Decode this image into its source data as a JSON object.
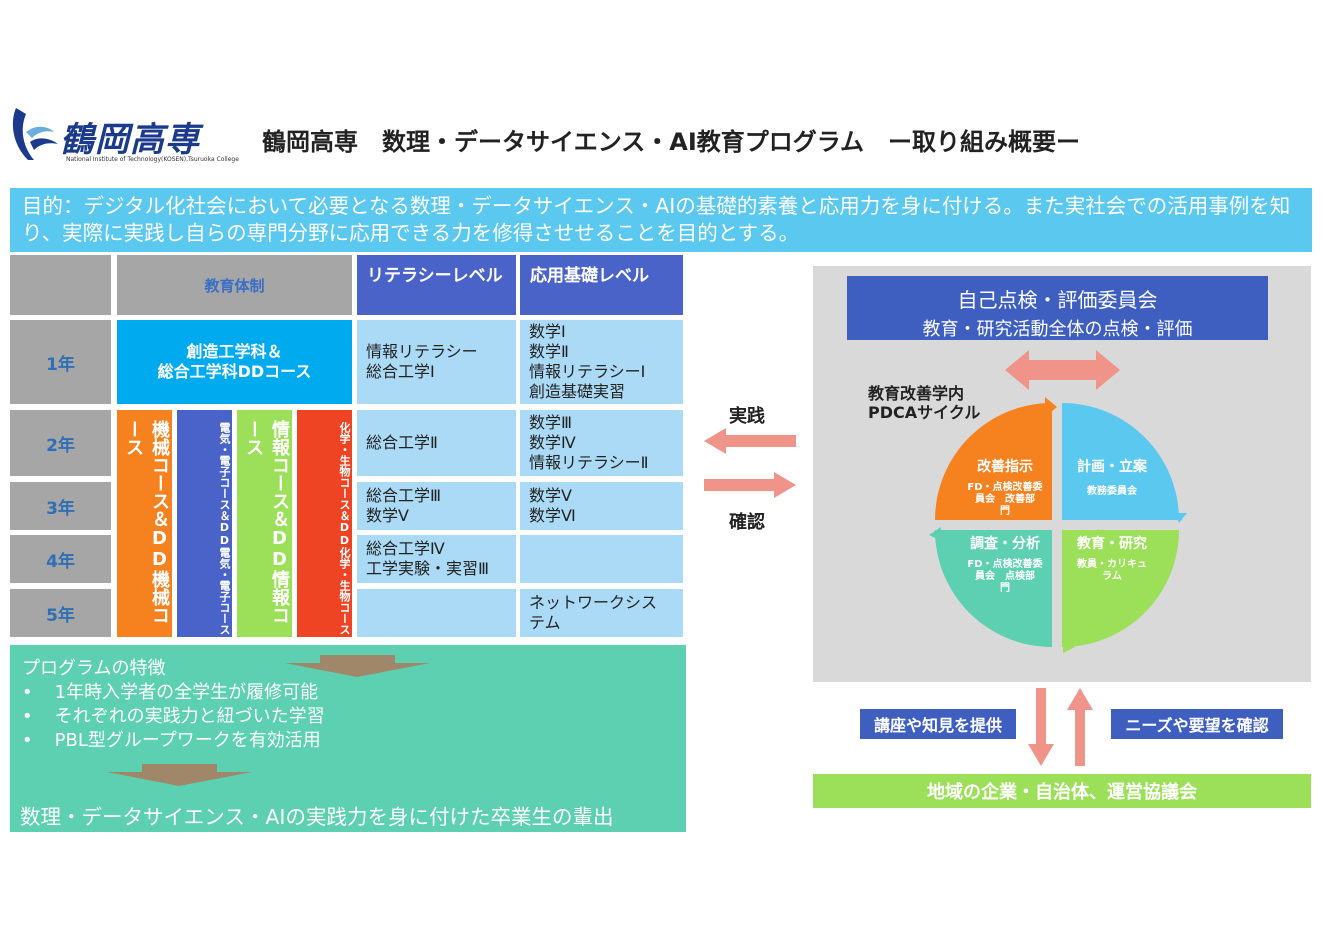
{
  "logo": {
    "name": "鶴岡高専",
    "sub": "National Institute of Technology(KOSEN),Tsuruoka College"
  },
  "title": "鶴岡高専　数理・データサイエンス・AI教育プログラム　ー取り組み概要ー",
  "purpose": "目的：デジタル化社会において必要となる数理・データサイエンス・AIの基礎的素養と応用力を身に付ける。また実社会での活用事例を知り、実際に実践し自らの専門分野に応用できる力を修得させせることを目的とする。",
  "table": {
    "header_system": "教育体制",
    "header_literacy": "リテラシーレベル",
    "header_applied": "応用基礎レベル",
    "years": [
      "1年",
      "2年",
      "3年",
      "4年",
      "5年"
    ],
    "dept_1": "創造工学科＆\n総合工学科DDコース",
    "courses": [
      "機械コース＆DD機械コース",
      "電気・電子コース＆DD電気・電子コース",
      "情報コース＆DD情報コース",
      "化学・生物コース＆DD化学・生物コース"
    ],
    "literacy": [
      "情報リテラシー\n総合工学Ⅰ",
      "総合工学Ⅱ",
      "総合工学Ⅲ\n数学Ⅴ",
      "総合工学Ⅳ\n工学実験・実習Ⅲ",
      ""
    ],
    "applied": [
      "数学Ⅰ\n数学Ⅱ\n情報リテラシーⅠ\n創造基礎実習",
      "数学Ⅲ\n数学Ⅳ\n情報リテラシーⅡ",
      "数学Ⅴ\n数学Ⅵ",
      "",
      "ネットワークシス\nテム"
    ]
  },
  "features": {
    "heading": "プログラムの特徴",
    "items": [
      "1年時入学者の全学生が履修可能",
      "それぞれの実践力と紐づいた学習",
      "PBL型グループワークを有効活用"
    ],
    "result": "数理・データサイエンス・AIの実践力を身に付けた卒業生の輩出"
  },
  "practice_label": "実践",
  "confirm_label": "確認",
  "committee": {
    "title": "自己点検・評価委員会",
    "subtitle": "教育・研究活動全体の点検・評価"
  },
  "pdca": {
    "label": "教育改善学内\nPDCAサイクル",
    "q_act": {
      "title": "改善指示",
      "sub": "FD・点検改善委\n員会　改善部\n門"
    },
    "q_plan": {
      "title": "計画・立案",
      "sub": "教務委員会"
    },
    "q_check": {
      "title": "調査・分析",
      "sub": "FD・点検改善委\n員会　点検部\n門"
    },
    "q_do": {
      "title": "教育・研究",
      "sub": "教員・カリキュ\nラム"
    }
  },
  "provide_label": "講座や知見を提供",
  "needs_label": "ニーズや要望を確認",
  "community": "地域の企業・自治体、運営協議会",
  "colors": {
    "accent_blue": "#4a63c8",
    "cyan": "#5bc8f0",
    "teal": "#5cd0b0",
    "orange": "#f5821f",
    "green": "#9ce05a",
    "red": "#ee4423",
    "salmon": "#f0948a"
  }
}
